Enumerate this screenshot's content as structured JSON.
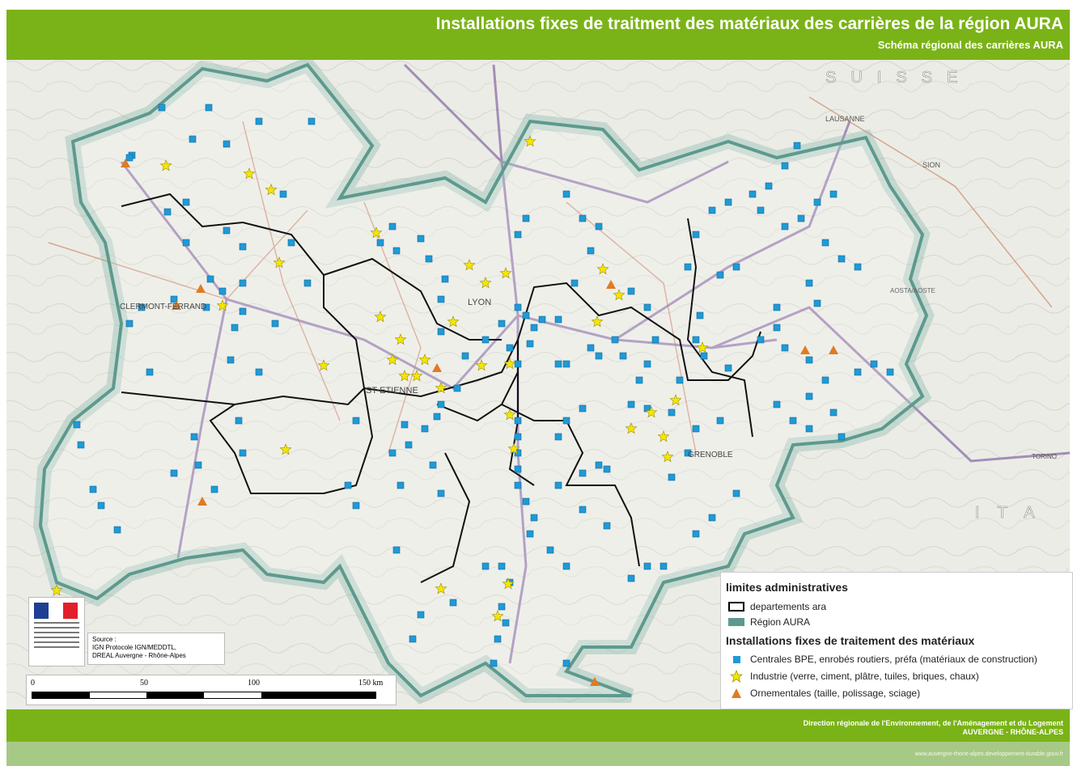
{
  "header": {
    "title": "Installations fixes de traitment des matériaux des carrières de la région AURA",
    "subtitle": "Schéma régional des carrières AURA"
  },
  "map": {
    "place_labels": [
      "SUISSE",
      "LAUSANNE",
      "SION",
      "LYON",
      "CLERMONT-FERRAND",
      "ST-ETIENNE",
      "GRENOBLE",
      "AOSTA/AOSTE",
      "TORINO",
      "ITA"
    ]
  },
  "legend": {
    "admin_heading": "limites administratives",
    "departments": "departements ara",
    "region": "Région AURA",
    "installations_heading": "Installations fixes de traitement des matériaux",
    "bpe": "Centrales BPE, enrobés routiers, préfa (matériaux de construction)",
    "industry": "Industrie (verre, ciment, plâtre, tuiles, briques, chaux)",
    "ornamental": "Ornementales (taille, polissage, sciage)"
  },
  "source": {
    "label": "Source :",
    "line1": "IGN Protocole IGN/MEDDTL,",
    "line2": "DREAL Auvergne - Rhône-Alpes"
  },
  "scale": {
    "t0": "0",
    "t50": "50",
    "t100": "100",
    "t150": "150 km"
  },
  "footer": {
    "line1": "Direction régionale de l'Environnement, de l'Aménagement et du Logement",
    "line2": "AUVERGNE - RHÔNE-ALPES",
    "website": "www.auvergne-rhone-alpes.developpement-durable.gouv.fr"
  },
  "colors": {
    "header_green": "#7ab317",
    "bpe_blue": "#1f9ad6",
    "industry_yellow": "#f5e600",
    "ornamental_orange": "#e07b22",
    "region_outline": "#5d9a8d"
  },
  "points": {
    "bpe": [
      [
        200,
        133
      ],
      [
        258,
        133
      ],
      [
        320,
        150
      ],
      [
        163,
        192
      ],
      [
        238,
        172
      ],
      [
        280,
        178
      ],
      [
        385,
        150
      ],
      [
        207,
        262
      ],
      [
        230,
        300
      ],
      [
        280,
        285
      ],
      [
        300,
        305
      ],
      [
        360,
        300
      ],
      [
        260,
        345
      ],
      [
        275,
        360
      ],
      [
        300,
        350
      ],
      [
        380,
        350
      ],
      [
        175,
        380
      ],
      [
        215,
        370
      ],
      [
        255,
        380
      ],
      [
        300,
        385
      ],
      [
        160,
        400
      ],
      [
        290,
        405
      ],
      [
        340,
        400
      ],
      [
        185,
        460
      ],
      [
        285,
        445
      ],
      [
        320,
        460
      ],
      [
        240,
        540
      ],
      [
        295,
        520
      ],
      [
        300,
        560
      ],
      [
        95,
        525
      ],
      [
        100,
        550
      ],
      [
        215,
        585
      ],
      [
        245,
        575
      ],
      [
        265,
        605
      ],
      [
        115,
        605
      ],
      [
        125,
        625
      ],
      [
        145,
        655
      ],
      [
        470,
        300
      ],
      [
        485,
        280
      ],
      [
        490,
        310
      ],
      [
        520,
        295
      ],
      [
        530,
        320
      ],
      [
        550,
        345
      ],
      [
        545,
        370
      ],
      [
        545,
        410
      ],
      [
        600,
        420
      ],
      [
        620,
        400
      ],
      [
        640,
        380
      ],
      [
        650,
        390
      ],
      [
        660,
        405
      ],
      [
        670,
        395
      ],
      [
        690,
        395
      ],
      [
        655,
        425
      ],
      [
        630,
        430
      ],
      [
        640,
        450
      ],
      [
        575,
        440
      ],
      [
        565,
        480
      ],
      [
        545,
        500
      ],
      [
        540,
        515
      ],
      [
        525,
        530
      ],
      [
        500,
        525
      ],
      [
        485,
        560
      ],
      [
        505,
        550
      ],
      [
        440,
        520
      ],
      [
        430,
        600
      ],
      [
        440,
        625
      ],
      [
        495,
        600
      ],
      [
        490,
        680
      ],
      [
        535,
        575
      ],
      [
        545,
        610
      ],
      [
        640,
        520
      ],
      [
        640,
        540
      ],
      [
        640,
        560
      ],
      [
        640,
        580
      ],
      [
        640,
        600
      ],
      [
        650,
        620
      ],
      [
        660,
        640
      ],
      [
        655,
        660
      ],
      [
        690,
        450
      ],
      [
        700,
        450
      ],
      [
        730,
        430
      ],
      [
        740,
        440
      ],
      [
        770,
        440
      ],
      [
        800,
        450
      ],
      [
        790,
        470
      ],
      [
        720,
        505
      ],
      [
        700,
        520
      ],
      [
        690,
        540
      ],
      [
        720,
        585
      ],
      [
        740,
        575
      ],
      [
        750,
        580
      ],
      [
        690,
        600
      ],
      [
        780,
        500
      ],
      [
        800,
        505
      ],
      [
        830,
        510
      ],
      [
        840,
        470
      ],
      [
        810,
        420
      ],
      [
        800,
        380
      ],
      [
        780,
        360
      ],
      [
        760,
        420
      ],
      [
        730,
        310
      ],
      [
        710,
        350
      ],
      [
        700,
        240
      ],
      [
        720,
        270
      ],
      [
        740,
        280
      ],
      [
        650,
        270
      ],
      [
        640,
        290
      ],
      [
        720,
        630
      ],
      [
        700,
        700
      ],
      [
        680,
        680
      ],
      [
        600,
        700
      ],
      [
        620,
        700
      ],
      [
        630,
        720
      ],
      [
        620,
        750
      ],
      [
        625,
        770
      ],
      [
        615,
        790
      ],
      [
        610,
        820
      ],
      [
        520,
        760
      ],
      [
        510,
        790
      ],
      [
        560,
        745
      ],
      [
        700,
        820
      ],
      [
        750,
        650
      ],
      [
        780,
        715
      ],
      [
        800,
        700
      ],
      [
        820,
        700
      ],
      [
        860,
        660
      ],
      [
        880,
        640
      ],
      [
        910,
        610
      ],
      [
        850,
        560
      ],
      [
        830,
        590
      ],
      [
        860,
        530
      ],
      [
        890,
        520
      ],
      [
        900,
        455
      ],
      [
        870,
        440
      ],
      [
        860,
        420
      ],
      [
        865,
        390
      ],
      [
        850,
        330
      ],
      [
        860,
        290
      ],
      [
        880,
        260
      ],
      [
        900,
        250
      ],
      [
        930,
        240
      ],
      [
        950,
        230
      ],
      [
        940,
        260
      ],
      [
        970,
        280
      ],
      [
        990,
        270
      ],
      [
        1010,
        250
      ],
      [
        985,
        180
      ],
      [
        970,
        205
      ],
      [
        1030,
        240
      ],
      [
        1020,
        300
      ],
      [
        1040,
        320
      ],
      [
        1060,
        330
      ],
      [
        1000,
        350
      ],
      [
        1010,
        375
      ],
      [
        960,
        405
      ],
      [
        970,
        430
      ],
      [
        1000,
        445
      ],
      [
        1020,
        470
      ],
      [
        1060,
        460
      ],
      [
        1080,
        450
      ],
      [
        1100,
        460
      ],
      [
        1030,
        510
      ],
      [
        1040,
        540
      ],
      [
        1000,
        530
      ],
      [
        980,
        520
      ],
      [
        960,
        500
      ],
      [
        1000,
        490
      ],
      [
        960,
        380
      ],
      [
        940,
        420
      ],
      [
        910,
        330
      ],
      [
        890,
        340
      ],
      [
        160,
        195
      ],
      [
        230,
        250
      ],
      [
        350,
        240
      ]
    ],
    "industry": [
      [
        205,
        205
      ],
      [
        308,
        215
      ],
      [
        335,
        235
      ],
      [
        345,
        325
      ],
      [
        275,
        378
      ],
      [
        400,
        452
      ],
      [
        465,
        288
      ],
      [
        470,
        392
      ],
      [
        495,
        420
      ],
      [
        485,
        445
      ],
      [
        500,
        465
      ],
      [
        515,
        465
      ],
      [
        525,
        445
      ],
      [
        545,
        480
      ],
      [
        580,
        328
      ],
      [
        600,
        350
      ],
      [
        625,
        338
      ],
      [
        560,
        398
      ],
      [
        595,
        452
      ],
      [
        630,
        450
      ],
      [
        630,
        513
      ],
      [
        635,
        555
      ],
      [
        745,
        333
      ],
      [
        765,
        365
      ],
      [
        738,
        398
      ],
      [
        780,
        530
      ],
      [
        805,
        510
      ],
      [
        820,
        540
      ],
      [
        835,
        495
      ],
      [
        825,
        565
      ],
      [
        868,
        430
      ],
      [
        655,
        175
      ],
      [
        545,
        728
      ],
      [
        628,
        722
      ],
      [
        615,
        762
      ],
      [
        70,
        730
      ],
      [
        353,
        556
      ]
    ],
    "ornamental": [
      [
        155,
        202
      ],
      [
        248,
        357
      ],
      [
        218,
        378
      ],
      [
        540,
        455
      ],
      [
        755,
        352
      ],
      [
        250,
        620
      ],
      [
        735,
        843
      ],
      [
        995,
        433
      ],
      [
        1030,
        433
      ]
    ]
  }
}
